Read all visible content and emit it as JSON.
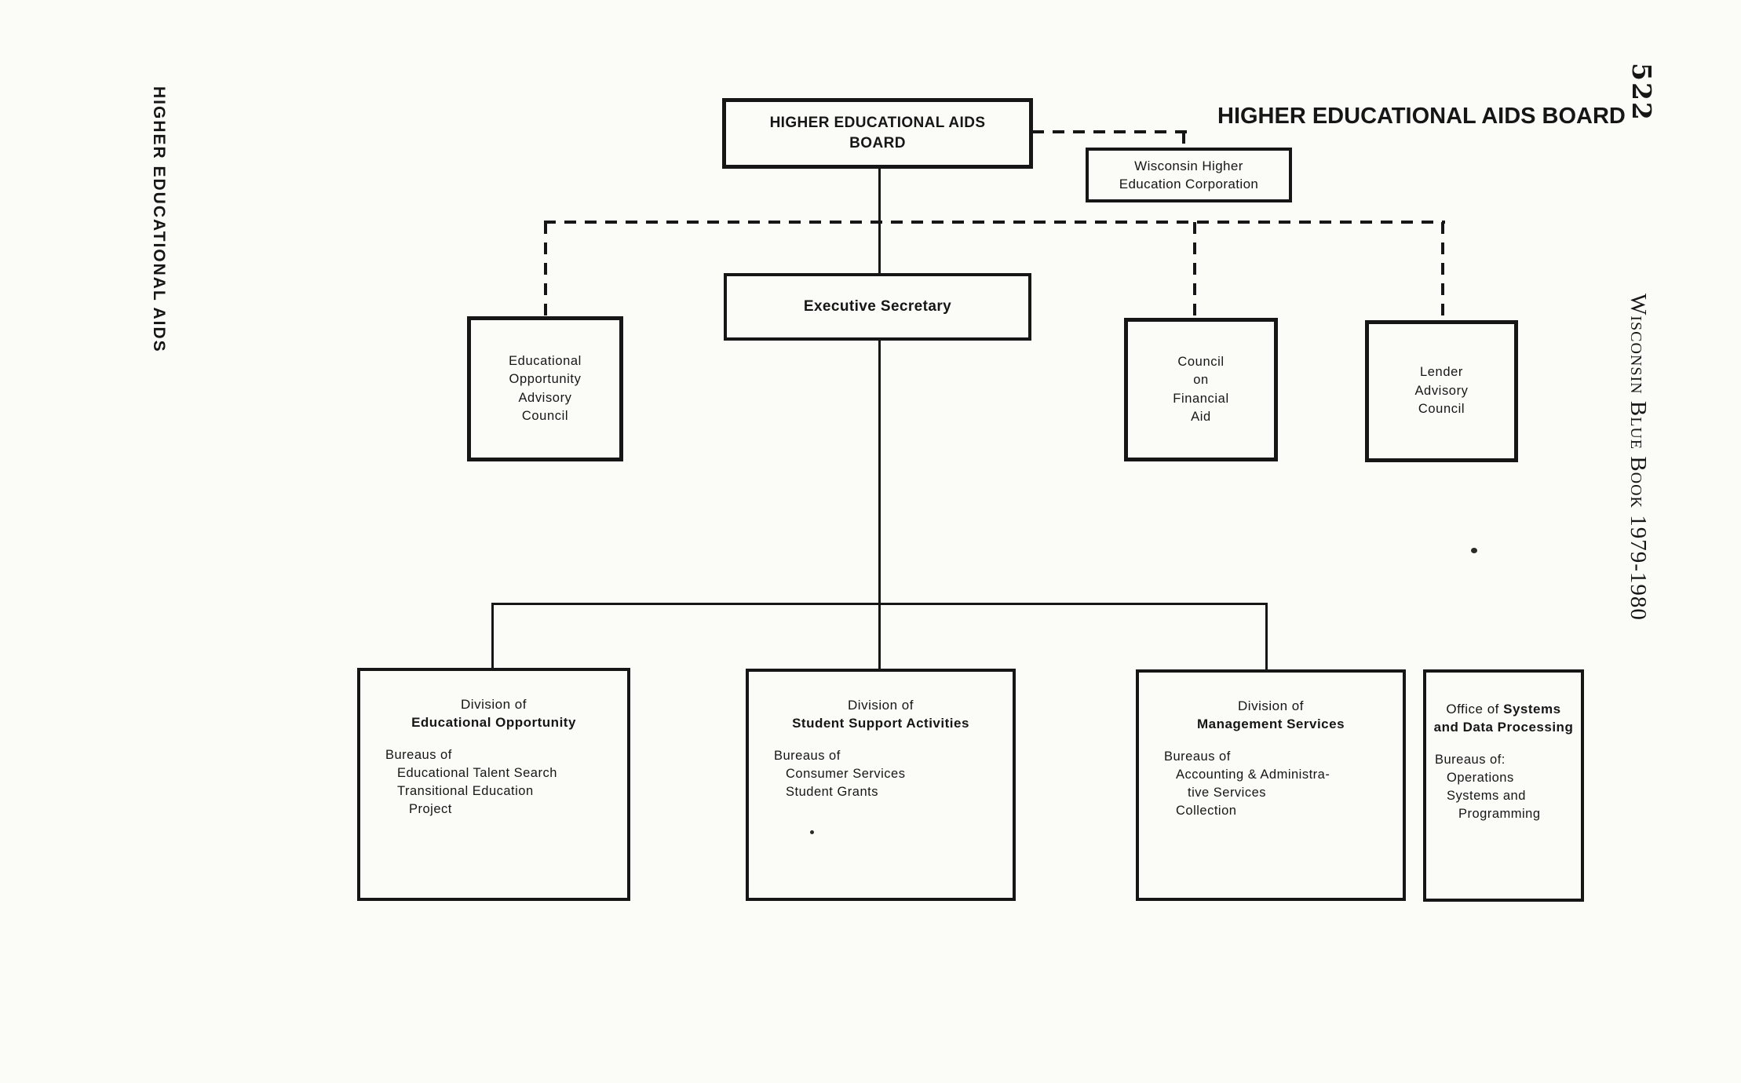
{
  "header": {
    "title": "HIGHER EDUCATIONAL AIDS BOARD",
    "page_number": "522"
  },
  "margins": {
    "left_title": "HIGHER EDUCATIONAL AIDS",
    "book_title": "Wisconsin Blue Book 1979-1980"
  },
  "nodes": {
    "board": {
      "line1": "HIGHER EDUCATIONAL AIDS",
      "line2": "BOARD"
    },
    "whec": {
      "line1": "Wisconsin Higher",
      "line2": "Education Corporation"
    },
    "exec": {
      "label": "Executive Secretary"
    },
    "councils": [
      {
        "lines": [
          "Educational",
          "Opportunity",
          "Advisory",
          "Council"
        ]
      },
      {
        "lines": [
          "Council",
          "on",
          "Financial",
          "Aid"
        ]
      },
      {
        "lines": [
          "Lender",
          "Advisory",
          "Council"
        ]
      }
    ],
    "divisions": [
      {
        "prefix": "Division of",
        "name": "Educational Opportunity",
        "bureaus_label": "Bureaus of",
        "bureaus": [
          "Educational Talent Search",
          "Transitional Education",
          "Project"
        ]
      },
      {
        "prefix": "Division of",
        "name": "Student Support Activities",
        "bureaus_label": "Bureaus of",
        "bureaus": [
          "Consumer Services",
          "Student Grants"
        ]
      },
      {
        "prefix": "Division of",
        "name": "Management Services",
        "bureaus_label": "Bureaus of",
        "bureaus": [
          "Accounting & Administra-",
          "tive Services",
          "Collection"
        ]
      },
      {
        "prefix": "Office of",
        "name_line1": "Systems",
        "name_line2": "and Data Processing",
        "bureaus_label": "Bureaus of:",
        "bureaus": [
          "Operations",
          "Systems and",
          "Programming"
        ]
      }
    ]
  }
}
